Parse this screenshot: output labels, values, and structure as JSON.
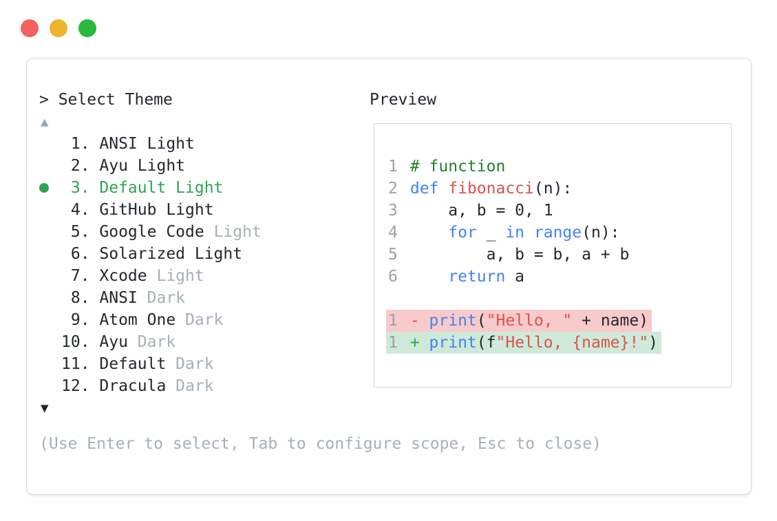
{
  "window": {
    "traffic_lights": [
      {
        "name": "close",
        "color": "#f4615e"
      },
      {
        "name": "minimize",
        "color": "#f0b32e"
      },
      {
        "name": "maximize",
        "color": "#28b93d"
      }
    ]
  },
  "colors": {
    "text": "#23272f",
    "muted": "#a6afbd",
    "linenum": "#99a1ad",
    "accent-green": "#2fa44e",
    "comment-green": "#1e8231",
    "keyword-blue": "#4184f3",
    "string-red": "#d9534f",
    "diff-removed-bg": "#f8caca",
    "diff-added-bg": "#cfe9d9",
    "border": "#d7dbe2",
    "arrow-up": "#9aa5b8",
    "arrow-down": "#20242e"
  },
  "theme_picker": {
    "prompt": "> Select Theme",
    "scroll_up_icon": "▲",
    "scroll_down_icon": "▼",
    "items": [
      {
        "number": " 1.",
        "name": "ANSI",
        "variant": "Light",
        "variant_muted": false,
        "selected": false
      },
      {
        "number": " 2.",
        "name": "Ayu",
        "variant": "Light",
        "variant_muted": false,
        "selected": false
      },
      {
        "number": " 3.",
        "name": "Default",
        "variant": "Light",
        "variant_muted": false,
        "selected": true
      },
      {
        "number": " 4.",
        "name": "GitHub",
        "variant": "Light",
        "variant_muted": false,
        "selected": false
      },
      {
        "number": " 5.",
        "name": "Google Code",
        "variant": "Light",
        "variant_muted": true,
        "selected": false
      },
      {
        "number": " 6.",
        "name": "Solarized",
        "variant": "Light",
        "variant_muted": false,
        "selected": false
      },
      {
        "number": " 7.",
        "name": "Xcode",
        "variant": "Light",
        "variant_muted": true,
        "selected": false
      },
      {
        "number": " 8.",
        "name": "ANSI",
        "variant": "Dark",
        "variant_muted": true,
        "selected": false
      },
      {
        "number": " 9.",
        "name": "Atom One",
        "variant": "Dark",
        "variant_muted": true,
        "selected": false
      },
      {
        "number": "10.",
        "name": "Ayu",
        "variant": "Dark",
        "variant_muted": true,
        "selected": false
      },
      {
        "number": "11.",
        "name": "Default",
        "variant": "Dark",
        "variant_muted": true,
        "selected": false
      },
      {
        "number": "12.",
        "name": "Dracula",
        "variant": "Dark",
        "variant_muted": true,
        "selected": false
      }
    ],
    "help_text": "(Use Enter to select, Tab to configure scope, Esc to close)"
  },
  "preview": {
    "title": "Preview",
    "lines": [
      {
        "num": "1",
        "diff": null,
        "tokens": [
          {
            "c": "comment",
            "t": "# function"
          }
        ]
      },
      {
        "num": "2",
        "diff": null,
        "tokens": [
          {
            "c": "keyword",
            "t": "def"
          },
          {
            "c": "plain",
            "t": " "
          },
          {
            "c": "function",
            "t": "fibonacci"
          },
          {
            "c": "plain",
            "t": "(n):"
          }
        ]
      },
      {
        "num": "3",
        "diff": null,
        "tokens": [
          {
            "c": "plain",
            "t": "    a, b = 0, 1"
          }
        ]
      },
      {
        "num": "4",
        "diff": null,
        "tokens": [
          {
            "c": "plain",
            "t": "    "
          },
          {
            "c": "keyword",
            "t": "for"
          },
          {
            "c": "plain",
            "t": " _ "
          },
          {
            "c": "keyword",
            "t": "in"
          },
          {
            "c": "plain",
            "t": " "
          },
          {
            "c": "keyword",
            "t": "range"
          },
          {
            "c": "plain",
            "t": "(n):"
          }
        ]
      },
      {
        "num": "5",
        "diff": null,
        "tokens": [
          {
            "c": "plain",
            "t": "        a, b = b, a + b"
          }
        ]
      },
      {
        "num": "6",
        "diff": null,
        "tokens": [
          {
            "c": "plain",
            "t": "    "
          },
          {
            "c": "keyword",
            "t": "return"
          },
          {
            "c": "plain",
            "t": " a"
          }
        ]
      },
      {
        "num": "",
        "diff": null,
        "tokens": []
      },
      {
        "num": "1",
        "diff": "removed",
        "tokens": [
          {
            "c": "minus",
            "t": "- "
          },
          {
            "c": "keyword",
            "t": "print"
          },
          {
            "c": "plain",
            "t": "("
          },
          {
            "c": "string",
            "t": "\"Hello, \""
          },
          {
            "c": "plain",
            "t": " + name)"
          }
        ]
      },
      {
        "num": "1",
        "diff": "added",
        "tokens": [
          {
            "c": "plus",
            "t": "+ "
          },
          {
            "c": "keyword",
            "t": "print"
          },
          {
            "c": "plain",
            "t": "(f"
          },
          {
            "c": "string",
            "t": "\"Hello, {name}!\""
          },
          {
            "c": "plain",
            "t": ")"
          }
        ]
      }
    ]
  }
}
